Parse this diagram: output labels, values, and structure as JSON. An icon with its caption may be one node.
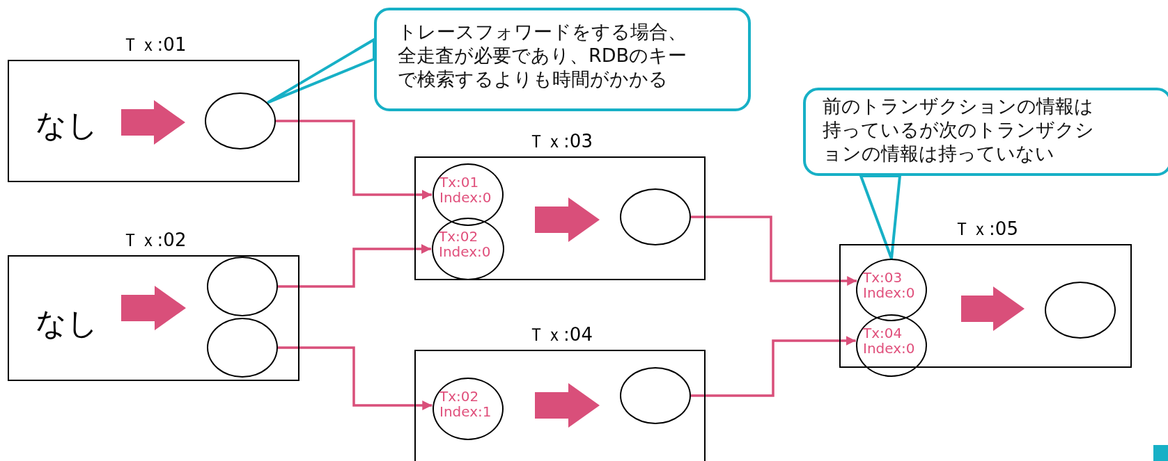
{
  "diagram": {
    "nodes": [
      {
        "text": [
          "トレースフォワードをする場合、全走査が必要であり、RDBのキーで検索するよりも時間がかかる"
        ]
      },
      {
        "text": [
          "Ｔｘ:01"
        ]
      },
      {
        "text": [
          "なし"
        ],
        "in": 1
      },
      {
        "text": [],
        "shape": "circle",
        "in": 1
      },
      {
        "text": [
          "前のトランザクションの情報は持っているが次のトランザクションの情報は持っていない"
        ]
      },
      {
        "text": [
          "Ｔｘ:03"
        ]
      },
      {
        "text": [
          "Tx:01 Index:0"
        ],
        "in": 5
      },
      {
        "text": [
          "Tx:02 Index:0"
        ],
        "in": 5
      },
      {
        "text": [],
        "shape": "circle",
        "in": 5
      },
      {
        "text": [
          "Ｔｘ:02"
        ]
      },
      {
        "text": [
          "なし"
        ],
        "in": 9
      },
      {
        "text": [],
        "shape": "circle",
        "in": 9
      },
      {
        "text": [],
        "shape": "circle",
        "in": 9
      },
      {
        "text": [
          "Ｔｘ:05"
        ]
      },
      {
        "text": [
          "Tx:03 Index:0"
        ],
        "in": 13
      },
      {
        "text": [
          "Tx:04 Index:0"
        ],
        "in": 13
      },
      {
        "text": [],
        "shape": "circle",
        "in": 13
      },
      {
        "text": [
          "Ｔｘ:04"
        ]
      },
      {
        "text": [
          "Tx:02 Index:1"
        ],
        "in": 17
      },
      {
        "text": [],
        "shape": "circle",
        "in": 17
      }
    ],
    "edges": [
      {
        "from": 0,
        "to": 3,
        "arrow": "none",
        "color": "#17b0c6"
      },
      {
        "from": 4,
        "to": 14,
        "arrow": "none",
        "color": "#17b0c6"
      },
      {
        "from": 2,
        "to": 3,
        "arrow": "to",
        "style": "thick"
      },
      {
        "from": 10,
        "to": null,
        "arrow": "to",
        "style": "thick"
      },
      {
        "from": null,
        "to": 8,
        "arrow": "to",
        "style": "thick"
      },
      {
        "from": null,
        "to": 19,
        "arrow": "to",
        "style": "thick"
      },
      {
        "from": null,
        "to": 16,
        "arrow": "to",
        "style": "thick"
      },
      {
        "from": 3,
        "to": 6,
        "arrow": "to"
      },
      {
        "from": 11,
        "to": 7,
        "arrow": "to"
      },
      {
        "from": 12,
        "to": 18,
        "arrow": "to"
      },
      {
        "from": 8,
        "to": 14,
        "arrow": "to"
      },
      {
        "from": 19,
        "to": 15,
        "arrow": "to"
      }
    ]
  }
}
